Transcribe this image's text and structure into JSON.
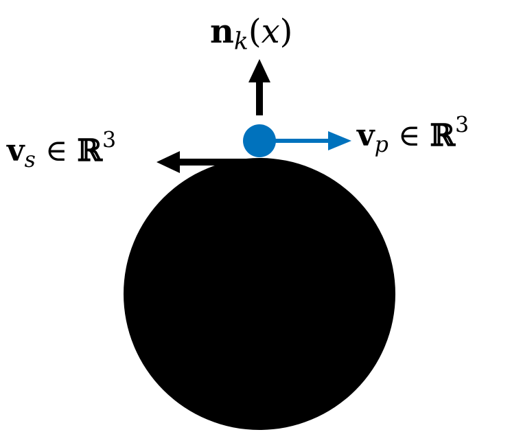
{
  "labels": {
    "normal": {
      "bold": "n",
      "sub": "k",
      "paren_open": "(",
      "var": "x",
      "paren_close": ")"
    },
    "vs": {
      "bold": "v",
      "sub": "s",
      "in": " ∈ ",
      "field": "ℝ",
      "sup": "3"
    },
    "vp": {
      "bold": "v",
      "sub": "p",
      "in": " ∈ ",
      "field": "ℝ",
      "sup": "3"
    }
  },
  "colors": {
    "sphere": "#000000",
    "point": "#0072bd",
    "normal_arrow": "#000000",
    "vs_arrow": "#000000",
    "vp_arrow": "#0072bd"
  }
}
